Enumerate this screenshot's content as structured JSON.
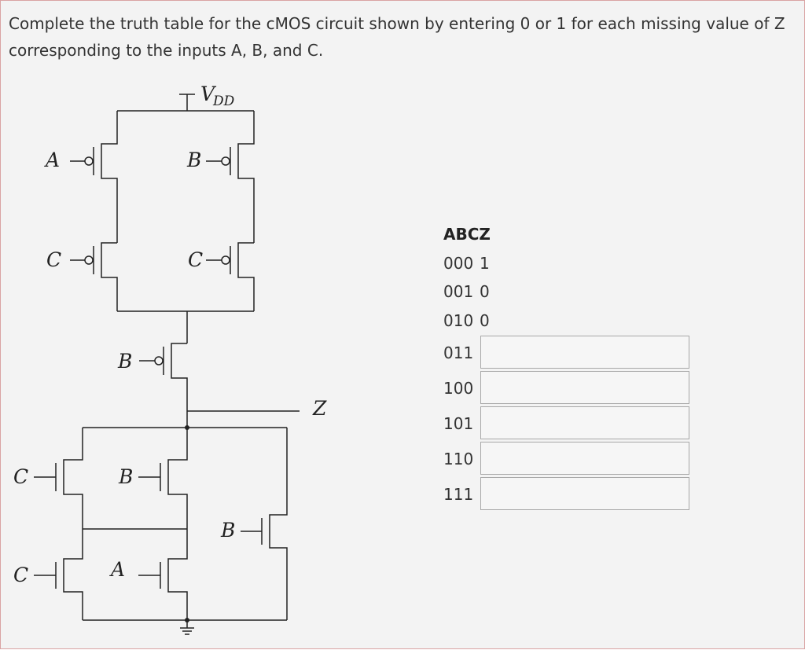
{
  "question": {
    "text": "Complete the truth table for the cMOS circuit shown by entering 0 or 1 for each missing value of Z corresponding to the inputs A, B, and C."
  },
  "circuit": {
    "supply_label": "V",
    "supply_sub": "DD",
    "output_label": "Z",
    "pmos_gates": [
      "A",
      "B",
      "C",
      "C",
      "B"
    ],
    "nmos_gates": [
      "C",
      "B",
      "C",
      "A",
      "B"
    ]
  },
  "truth_table": {
    "header": "ABCZ",
    "given_rows": [
      {
        "abc": "000",
        "z": "1"
      },
      {
        "abc": "001",
        "z": "0"
      },
      {
        "abc": "010",
        "z": "0"
      }
    ],
    "input_rows": [
      {
        "abc": "011",
        "value": ""
      },
      {
        "abc": "100",
        "value": ""
      },
      {
        "abc": "101",
        "value": ""
      },
      {
        "abc": "110",
        "value": ""
      },
      {
        "abc": "111",
        "value": ""
      }
    ]
  }
}
